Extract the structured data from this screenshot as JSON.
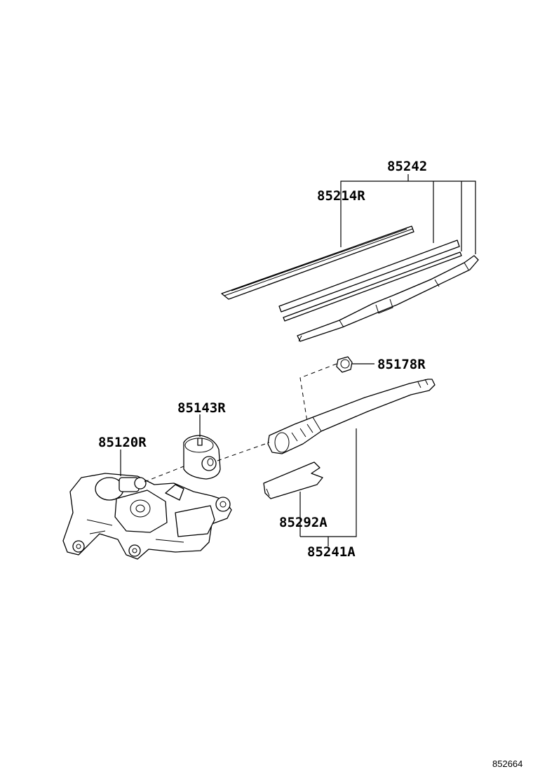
{
  "diagram": {
    "reference_code": "852664",
    "parts": [
      {
        "id": "p85242",
        "label": "85242"
      },
      {
        "id": "p85214R",
        "label": "85214R"
      },
      {
        "id": "p85178R",
        "label": "85178R"
      },
      {
        "id": "p85143R",
        "label": "85143R"
      },
      {
        "id": "p85120R",
        "label": "85120R"
      },
      {
        "id": "p85292A",
        "label": "85292A"
      },
      {
        "id": "p85241A",
        "label": "85241A"
      }
    ]
  }
}
